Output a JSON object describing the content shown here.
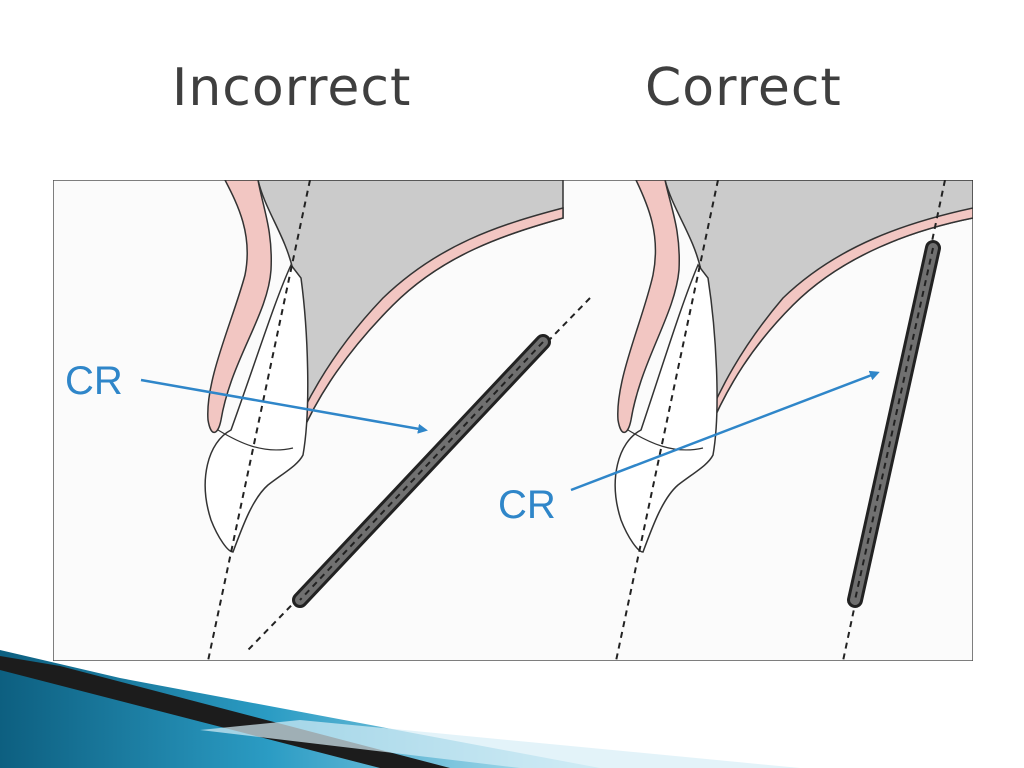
{
  "slide": {
    "heading_left": "Incorrect",
    "heading_right": "Correct"
  },
  "diagram": {
    "incorrect_panel": {
      "ray_label": "CR"
    },
    "correct_panel": {
      "ray_label": "CR"
    }
  },
  "colors": {
    "ray": "#2f86c9",
    "gum": "#f2c6c2",
    "bone": "#cbcbcb",
    "sensor": "#555555",
    "heading": "#3f3f3f",
    "decoration_teal": "#1b7fa6"
  }
}
